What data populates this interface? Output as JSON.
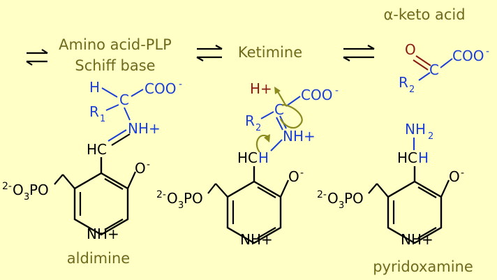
{
  "labels": {
    "amino_acid_plp": "Amino acid-PLP",
    "schiff_base": "Schiff base",
    "ketimine": "Ketimine",
    "keto_acid": "α-keto acid",
    "aldimine": "aldimine",
    "pyridoxamine": "pyridoxamine"
  },
  "atoms": {
    "H": "H",
    "H_plus": "H+",
    "C": "C",
    "COO": "COO",
    "minus": "-",
    "R": "R",
    "sub1": "1",
    "sub2": "2",
    "NH_plus": "NH+",
    "HC": "HC",
    "HCH_h": "H",
    "HCH_c": "C",
    "HCH_h2": "H",
    "O": "O",
    "O_minus": "O-",
    "phosphate_2": "2-",
    "phosphate_O": "O",
    "phosphate_3": "3",
    "phosphate_PO": "PO",
    "NH2": "NH",
    "NH2_sub": "2",
    "ring_NH": "NH+"
  },
  "colors": {
    "background": "#ffffc6",
    "label_text": "#6f6a1c",
    "substrate_blue": "#1c3fd6",
    "proton_red": "#8a1a12",
    "arrow_olive": "#8a8a1f"
  }
}
